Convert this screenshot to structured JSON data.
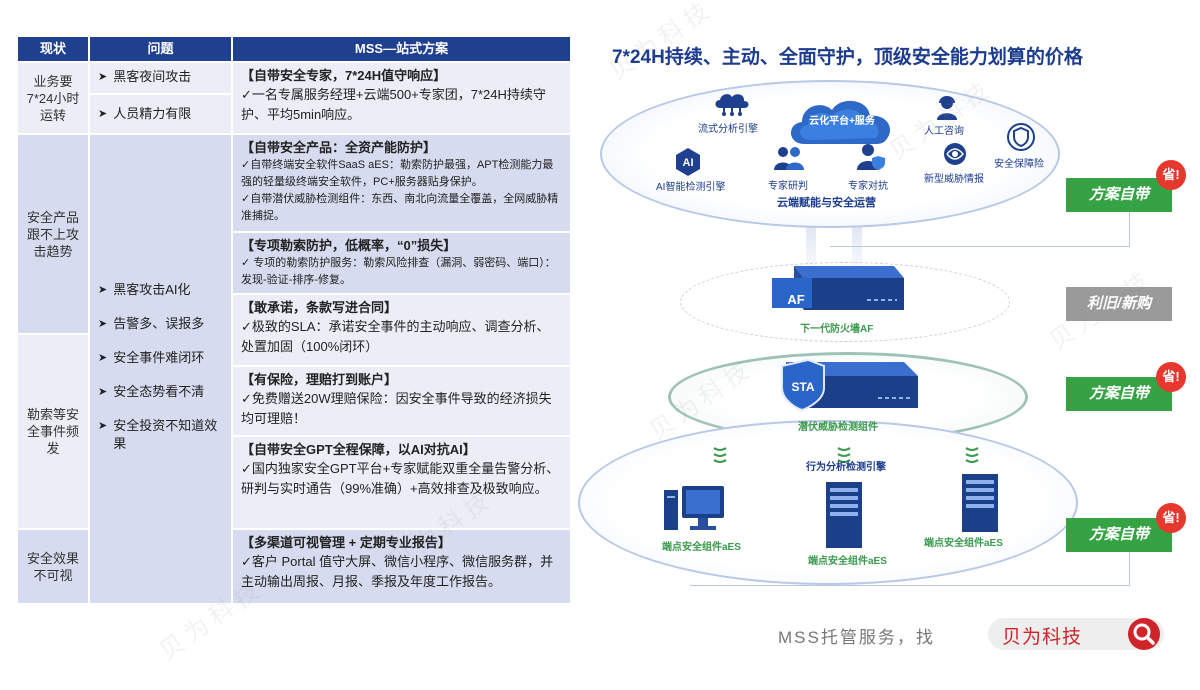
{
  "table": {
    "headers": [
      "现状",
      "问题",
      "MSS—站式方案"
    ],
    "status": [
      "业务要7*24小时运转",
      "安全产品跟不上攻击趋势",
      "勒索等安全事件频发",
      "安全效果不可视"
    ],
    "problems_top": [
      "黑客夜间攻击",
      "人员精力有限"
    ],
    "problems_main": [
      "黑客攻击AI化",
      "告警多、误报多",
      "安全事件难闭环",
      "安全态势看不清",
      "安全投资不知道效果"
    ],
    "solutions": [
      {
        "title": "【自带安全专家，7*24H值守响应】",
        "lines": [
          "✓一名专属服务经理+云端500+专家团，7*24H持续守护、平均5min响应。"
        ]
      },
      {
        "title": "【自带安全产品：全资产能防护】",
        "lines": [
          "✓自带终端安全软件SaaS aES：勒索防护最强，APT检测能力最强的轻量级终端安全软件，PC+服务器贴身保护。",
          "✓自带潜伏威胁检测组件：东西、南北向流量全覆盖，全网威胁精准捕捉。"
        ]
      },
      {
        "title": "【专项勒索防护，低概率，“0”损失】",
        "lines": [
          "✓ 专项的勒索防护服务：勒索风险排查（漏洞、弱密码、端口）：发现-验证-排序-修复。"
        ]
      },
      {
        "title": "【敢承诺，条款写进合同】",
        "lines": [
          "✓极致的SLA：承诺安全事件的主动响应、调查分析、处置加固（100%闭环）"
        ]
      },
      {
        "title": "【有保险，理赔打到账户】",
        "lines": [
          "✓免费赠送20W理赔保险：因安全事件导致的经济损失均可理赔！"
        ]
      },
      {
        "title": "【自带安全GPT全程保障，以AI对抗AI】",
        "lines": [
          "✓国内独家安全GPT平台+专家赋能双重全量告警分析、研判与实时通告（99%准确）+高效排查及极致响应。"
        ]
      },
      {
        "title": "【多渠道可视管理 + 定期专业报告】",
        "lines": [
          "✓客户 Portal 值守大屏、微信小程序、微信服务群，并主动输出周报、月报、季报及年度工作报告。"
        ]
      }
    ]
  },
  "diagram": {
    "title": "7*24H持续、主动、全面守护，顶级安全能力划算的价格",
    "cloud": "云化平台+服务",
    "top_items": [
      "流式分析引擎",
      "人工咨询",
      "安全保障险",
      "AI智能检测引擎",
      "专家研判",
      "专家对抗",
      "新型威胁情报"
    ],
    "top_caption": "云端赋能与安全运营",
    "af_badge": "AF",
    "af_label": "下一代防火墙AF",
    "sta_badge": "STA",
    "sta_label": "潜伏威胁检测组件",
    "behavior_label": "行为分析检测引擎",
    "endpoints": [
      "端点安全组件aES",
      "端点安全组件aES",
      "端点安全组件aES"
    ],
    "tags": [
      "方案自带",
      "利旧/新购",
      "方案自带",
      "方案自带"
    ],
    "save": "省!",
    "colors": {
      "brand": "#1d3c8e",
      "green": "#35a343",
      "red": "#e6382c",
      "gray": "#9a9a9a"
    }
  },
  "footer": {
    "text": "MSS托管服务，找",
    "search_value": "贝为科技",
    "search_icon": "search-icon"
  },
  "watermark": "贝为科技"
}
